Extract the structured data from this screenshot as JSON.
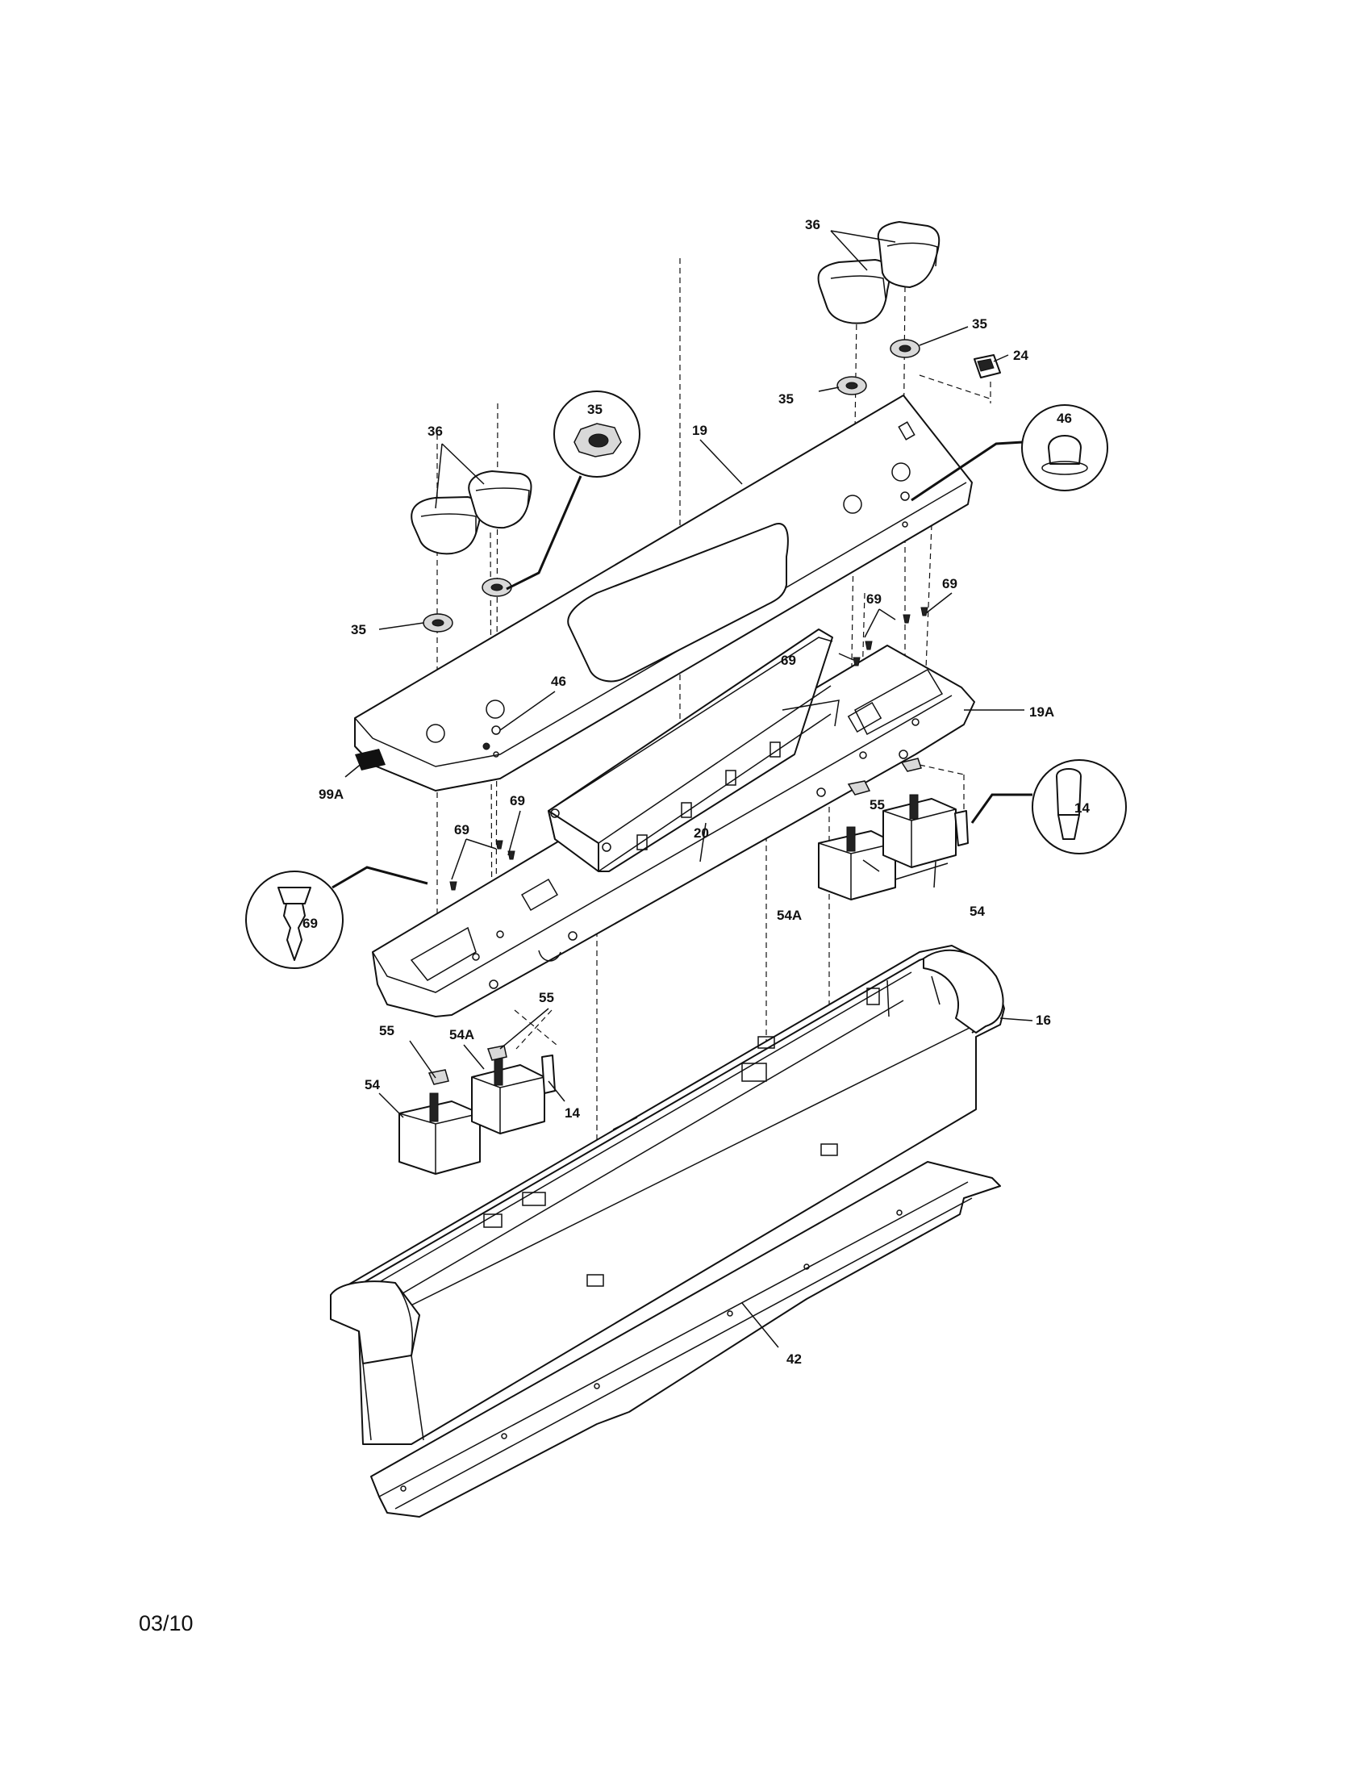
{
  "diagram": {
    "date_code": "03/10",
    "labels": {
      "knob_top_right": "36",
      "bezel_top_right": "35",
      "switch": "24",
      "bezel_mid_right": "35",
      "callout_light": "46",
      "panel_19": "19",
      "knob_left": "36",
      "callout_bezel": "35",
      "bezel_left": "35",
      "light_46": "46",
      "screw_69_a": "69",
      "screw_69_b": "69",
      "screw_69_c": "69",
      "panel_19a": "19A",
      "wire_99a": "99A",
      "screw_69_d": "69",
      "screw_69_e": "69",
      "callout_screw": "69",
      "clock_20": "20",
      "clip_55_right": "55",
      "callout_lamp": "14",
      "switch_54a_right": "54A",
      "switch_54_right": "54",
      "clip_55_left_a": "55",
      "clip_55_left_b": "55",
      "switch_54a_left": "54A",
      "switch_54_left": "54",
      "lamp_14_left": "14",
      "housing_16": "16",
      "bracket_42": "42"
    }
  }
}
